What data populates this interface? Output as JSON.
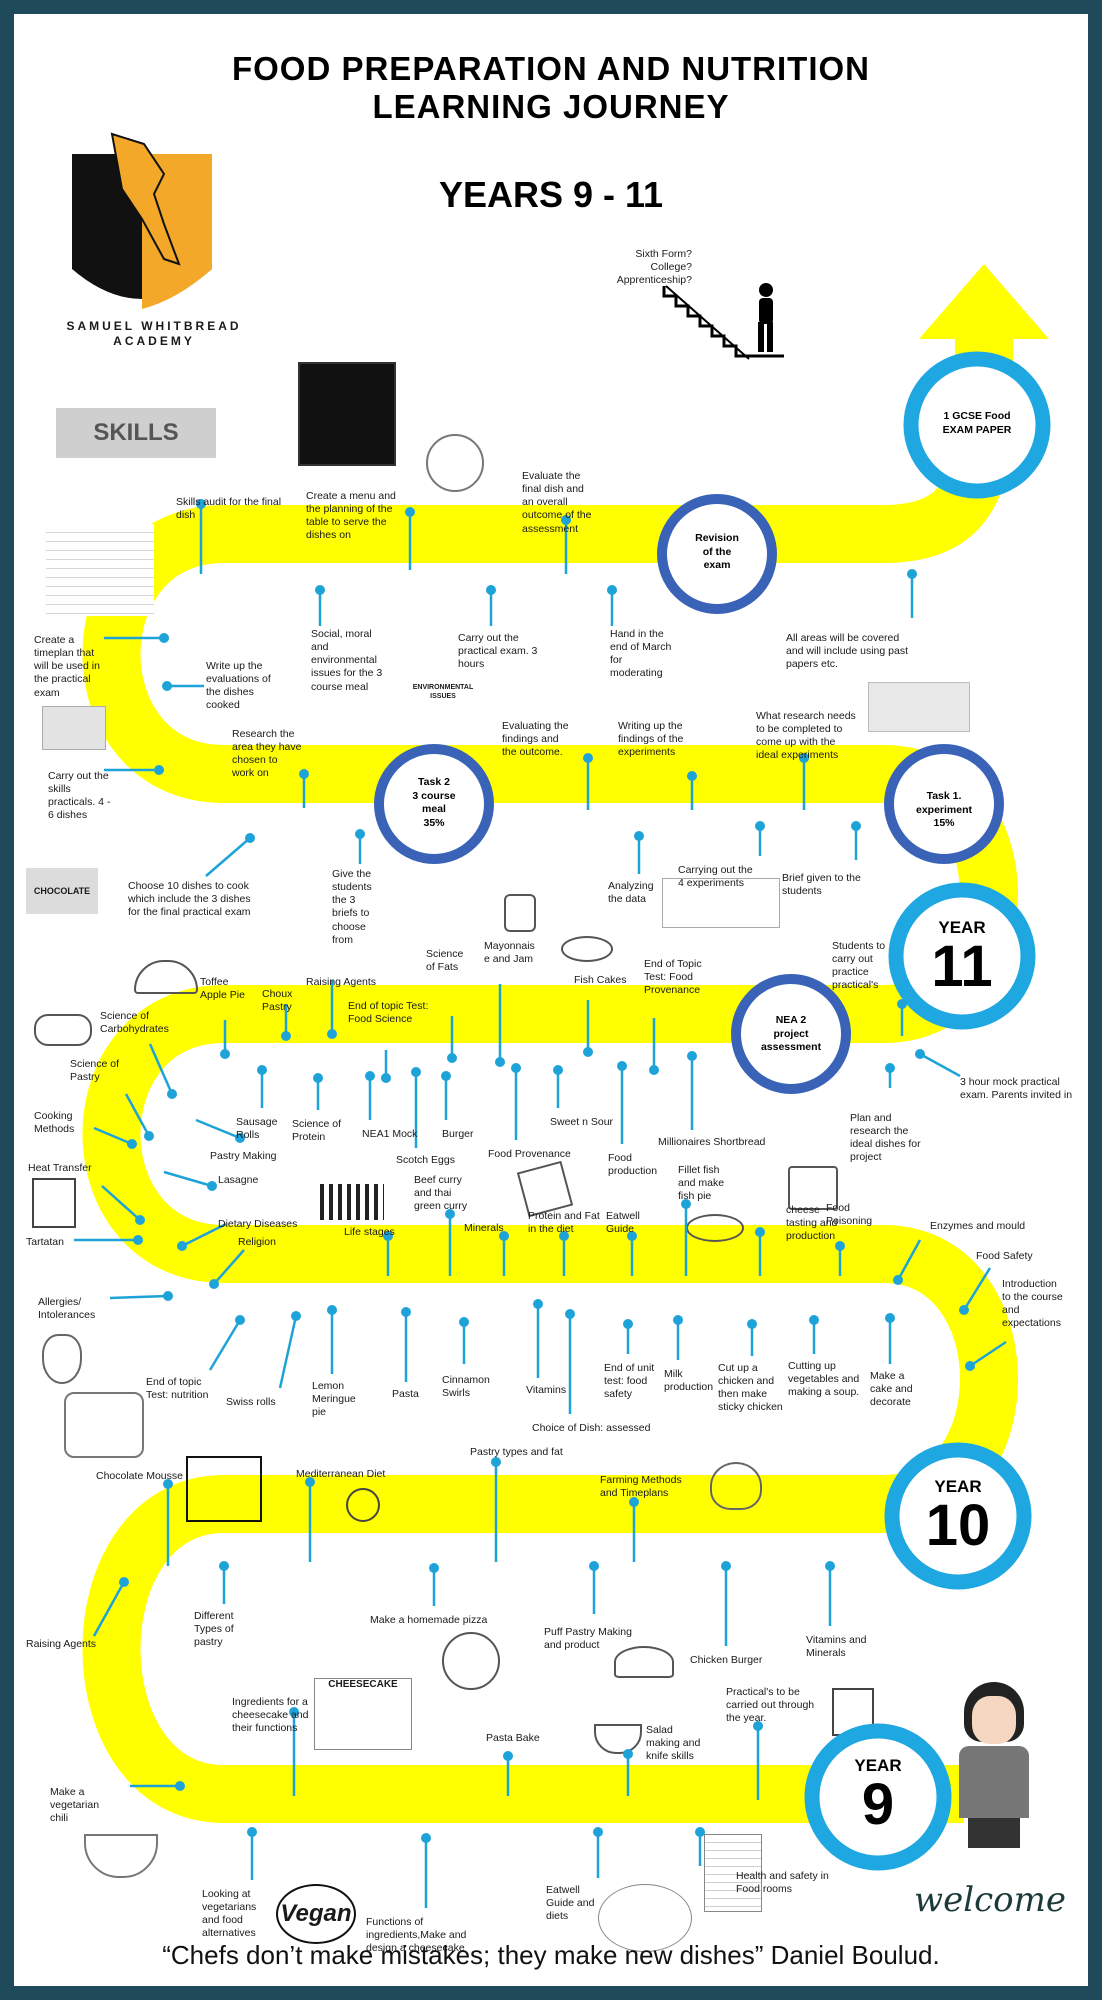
{
  "header": {
    "title_line1": "FOOD PREPARATION AND NUTRITION",
    "title_line2": "LEARNING JOURNEY",
    "years": "YEARS 9 - 11"
  },
  "logo": {
    "school_name": "SAMUEL WHITBREAD ACADEMY"
  },
  "milestones": {
    "year9": {
      "word": "YEAR",
      "number": "9"
    },
    "year10": {
      "word": "YEAR",
      "number": "10"
    },
    "year11": {
      "word": "YEAR",
      "number": "11"
    },
    "exam": "1 GCSE Food\nEXAM PAPER",
    "revision": "Revision\nof the\nexam",
    "task2": "Task 2\n3 course\nmeal\n35%",
    "task1": "Task 1.\nexperiment\n15%",
    "nea2": "NEA 2\nproject\nassessment"
  },
  "future": "Sixth Form?\nCollege?\nApprenticeship?",
  "labels": {
    "y11_1": "Skills audit for the final\ndish",
    "y11_2": "Create a menu and\nthe planning of the\ntable  to serve the\ndishes on",
    "y11_3": "Evaluate the\nfinal dish and\nan overall\noutcome of the\nassessment",
    "y11_4": "Social, moral\nand\nenvironmental\nissues for the 3\ncourse meal",
    "y11_5": "Carry out the\npractical exam. 3\nhours",
    "y11_6": "Hand in the\nend of March\nfor\nmoderating",
    "y11_7": "All areas will be covered\nand will include using past\npapers etc.",
    "y11_8": "Create a\ntimeplan that\nwill be used in\nthe practical\nexam",
    "y11_9": "Write up the\nevaluations of\nthe dishes\ncooked",
    "y11_10": "Research the\narea they have\nchosen to\nwork on",
    "y11_11": "Evaluating the\nfindings and\nthe outcome.",
    "y11_12": "Writing up the\nfindings of the\nexperiments",
    "y11_13": "What research needs\nto be completed to\ncome up with the\nideal experiments",
    "y11_14": "Carry out the\nskills\npracticals.  4 -\n6 dishes",
    "y11_15": "Give the\nstudents\nthe 3\nbriefs to\nchoose\nfrom",
    "y11_16": "Analyzing\nthe data",
    "y11_17": "Carrying out the\n4 experiments",
    "y11_18": "Brief given to the\nstudents",
    "y11_19": "Choose 10 dishes to cook\nwhich include the 3 dishes\nfor the final practical exam",
    "y11_20": "Students to\ncarry out\npractice\npractical's",
    "y11_21": "3 hour mock practical\nexam. Parents invited in",
    "y11_22": "Plan and\nresearch the\nideal dishes for\nproject",
    "y10_1": "Toffee\nApple Pie",
    "y10_2": "Choux\nPastry",
    "y10_3": "Raising Agents",
    "y10_4": "Science\nof Fats",
    "y10_5": "Mayonnais\ne and Jam",
    "y10_6": "Fish Cakes",
    "y10_7": "End of Topic\nTest: Food\nProvenance",
    "y10_8": "End of topic Test:\nFood Science",
    "y10_9": "Science of\nCarbohydrates",
    "y10_10": "Science of\nPastry",
    "y10_11": "Sausage\nRolls",
    "y10_12": "Science of\nProtein",
    "y10_13": "NEA1 Mock",
    "y10_14": "Burger",
    "y10_15": "Sweet n Sour",
    "y10_16": "Millionaires Shortbread",
    "y10_17": "Cooking\nMethods",
    "y10_18": "Pastry Making",
    "y10_19": "Scotch Eggs",
    "y10_20": "Food Provenance",
    "y10_21": "Food\nproduction",
    "y10_22": "Heat Transfer",
    "y10_23": "Lasagne",
    "y10_24": "Beef curry\nand thai\ngreen curry",
    "y10_25": "Fillet fish\nand make\nfish pie",
    "y10_26": "cheese\ntasting and\nproduction",
    "y10_27": "Food\nPoisoning",
    "y10_28": "Dietary Diseases",
    "y10_29": "Religion",
    "y10_30": "Life stages",
    "y10_31": "Minerals",
    "y10_32": "Protein and Fat\nin the diet",
    "y10_33": "Eatwell\nGuide",
    "y10_34": "Enzymes and mould",
    "y10_35": "Tartatan",
    "y10_36": "Food Safety",
    "y10_37": "Allergies/\nIntolerances",
    "y10_38": "Introduction\nto the course\nand\nexpectations",
    "y10_39": "End of topic\nTest: nutrition",
    "y10_40": "Swiss rolls",
    "y10_41": "Lemon\nMeringue\npie",
    "y10_42": "Pasta",
    "y10_43": "Cinnamon\nSwirls",
    "y10_44": "Vitamins",
    "y10_45": "End of unit\ntest: food\nsafety",
    "y10_46": "Milk\nproduction",
    "y10_47": "Cut up a\nchicken and\nthen make\nsticky chicken",
    "y10_48": "Cutting up\nvegetables and\nmaking a soup.",
    "y10_49": "Make a\ncake and\ndecorate",
    "y10_50": "Choice of Dish: assessed",
    "y9_1": "Chocolate Mousse",
    "y9_2": "Mediterranean Diet",
    "y9_3": "Pastry types and fat",
    "y9_4": "Farming Methods\nand Timeplans",
    "y9_5": "Raising Agents",
    "y9_6": "Different\nTypes of\npastry",
    "y9_7": "Make a homemade pizza",
    "y9_8": "Puff Pastry Making\nand product",
    "y9_9": "Chicken Burger",
    "y9_10": "Vitamins and\nMinerals",
    "y9_11": "Ingredients for a\ncheesecake and\ntheir functions",
    "y9_12": "Pasta Bake",
    "y9_13": "Salad\nmaking and\nknife skills",
    "y9_14": "Practical's to be\ncarried out through\nthe year.",
    "y9_15": "Make a\nvegetarian\nchili",
    "y9_16": "Looking at\nvegetarians\nand food\nalternatives",
    "y9_17": "Functions of\ningredients,Make and\ndesign a cheesecake",
    "y9_18": "Eatwell\nGuide and\ndiets",
    "y9_19": "Health and safety in\nFood rooms"
  },
  "pictures": {
    "skills_collage": "SKILLS",
    "vegan_logo": "Vegan",
    "welcome": "welcome",
    "cheesecake_sketch": "CHEESECAKE",
    "environmental": "ENVIRONMENTAL ISSUES",
    "chocolate": "CHOCOLATE"
  },
  "quote": "“Chefs don’t make mistakes; they make new dishes” Daniel Boulud.",
  "colors": {
    "frame": "#1e4a5a",
    "road": "#ffff00",
    "pin": "#1ea3d9",
    "year_ring": "#1ea7e1",
    "task_ring": "#3a63b8",
    "logo_gold": "#f3a82a"
  }
}
